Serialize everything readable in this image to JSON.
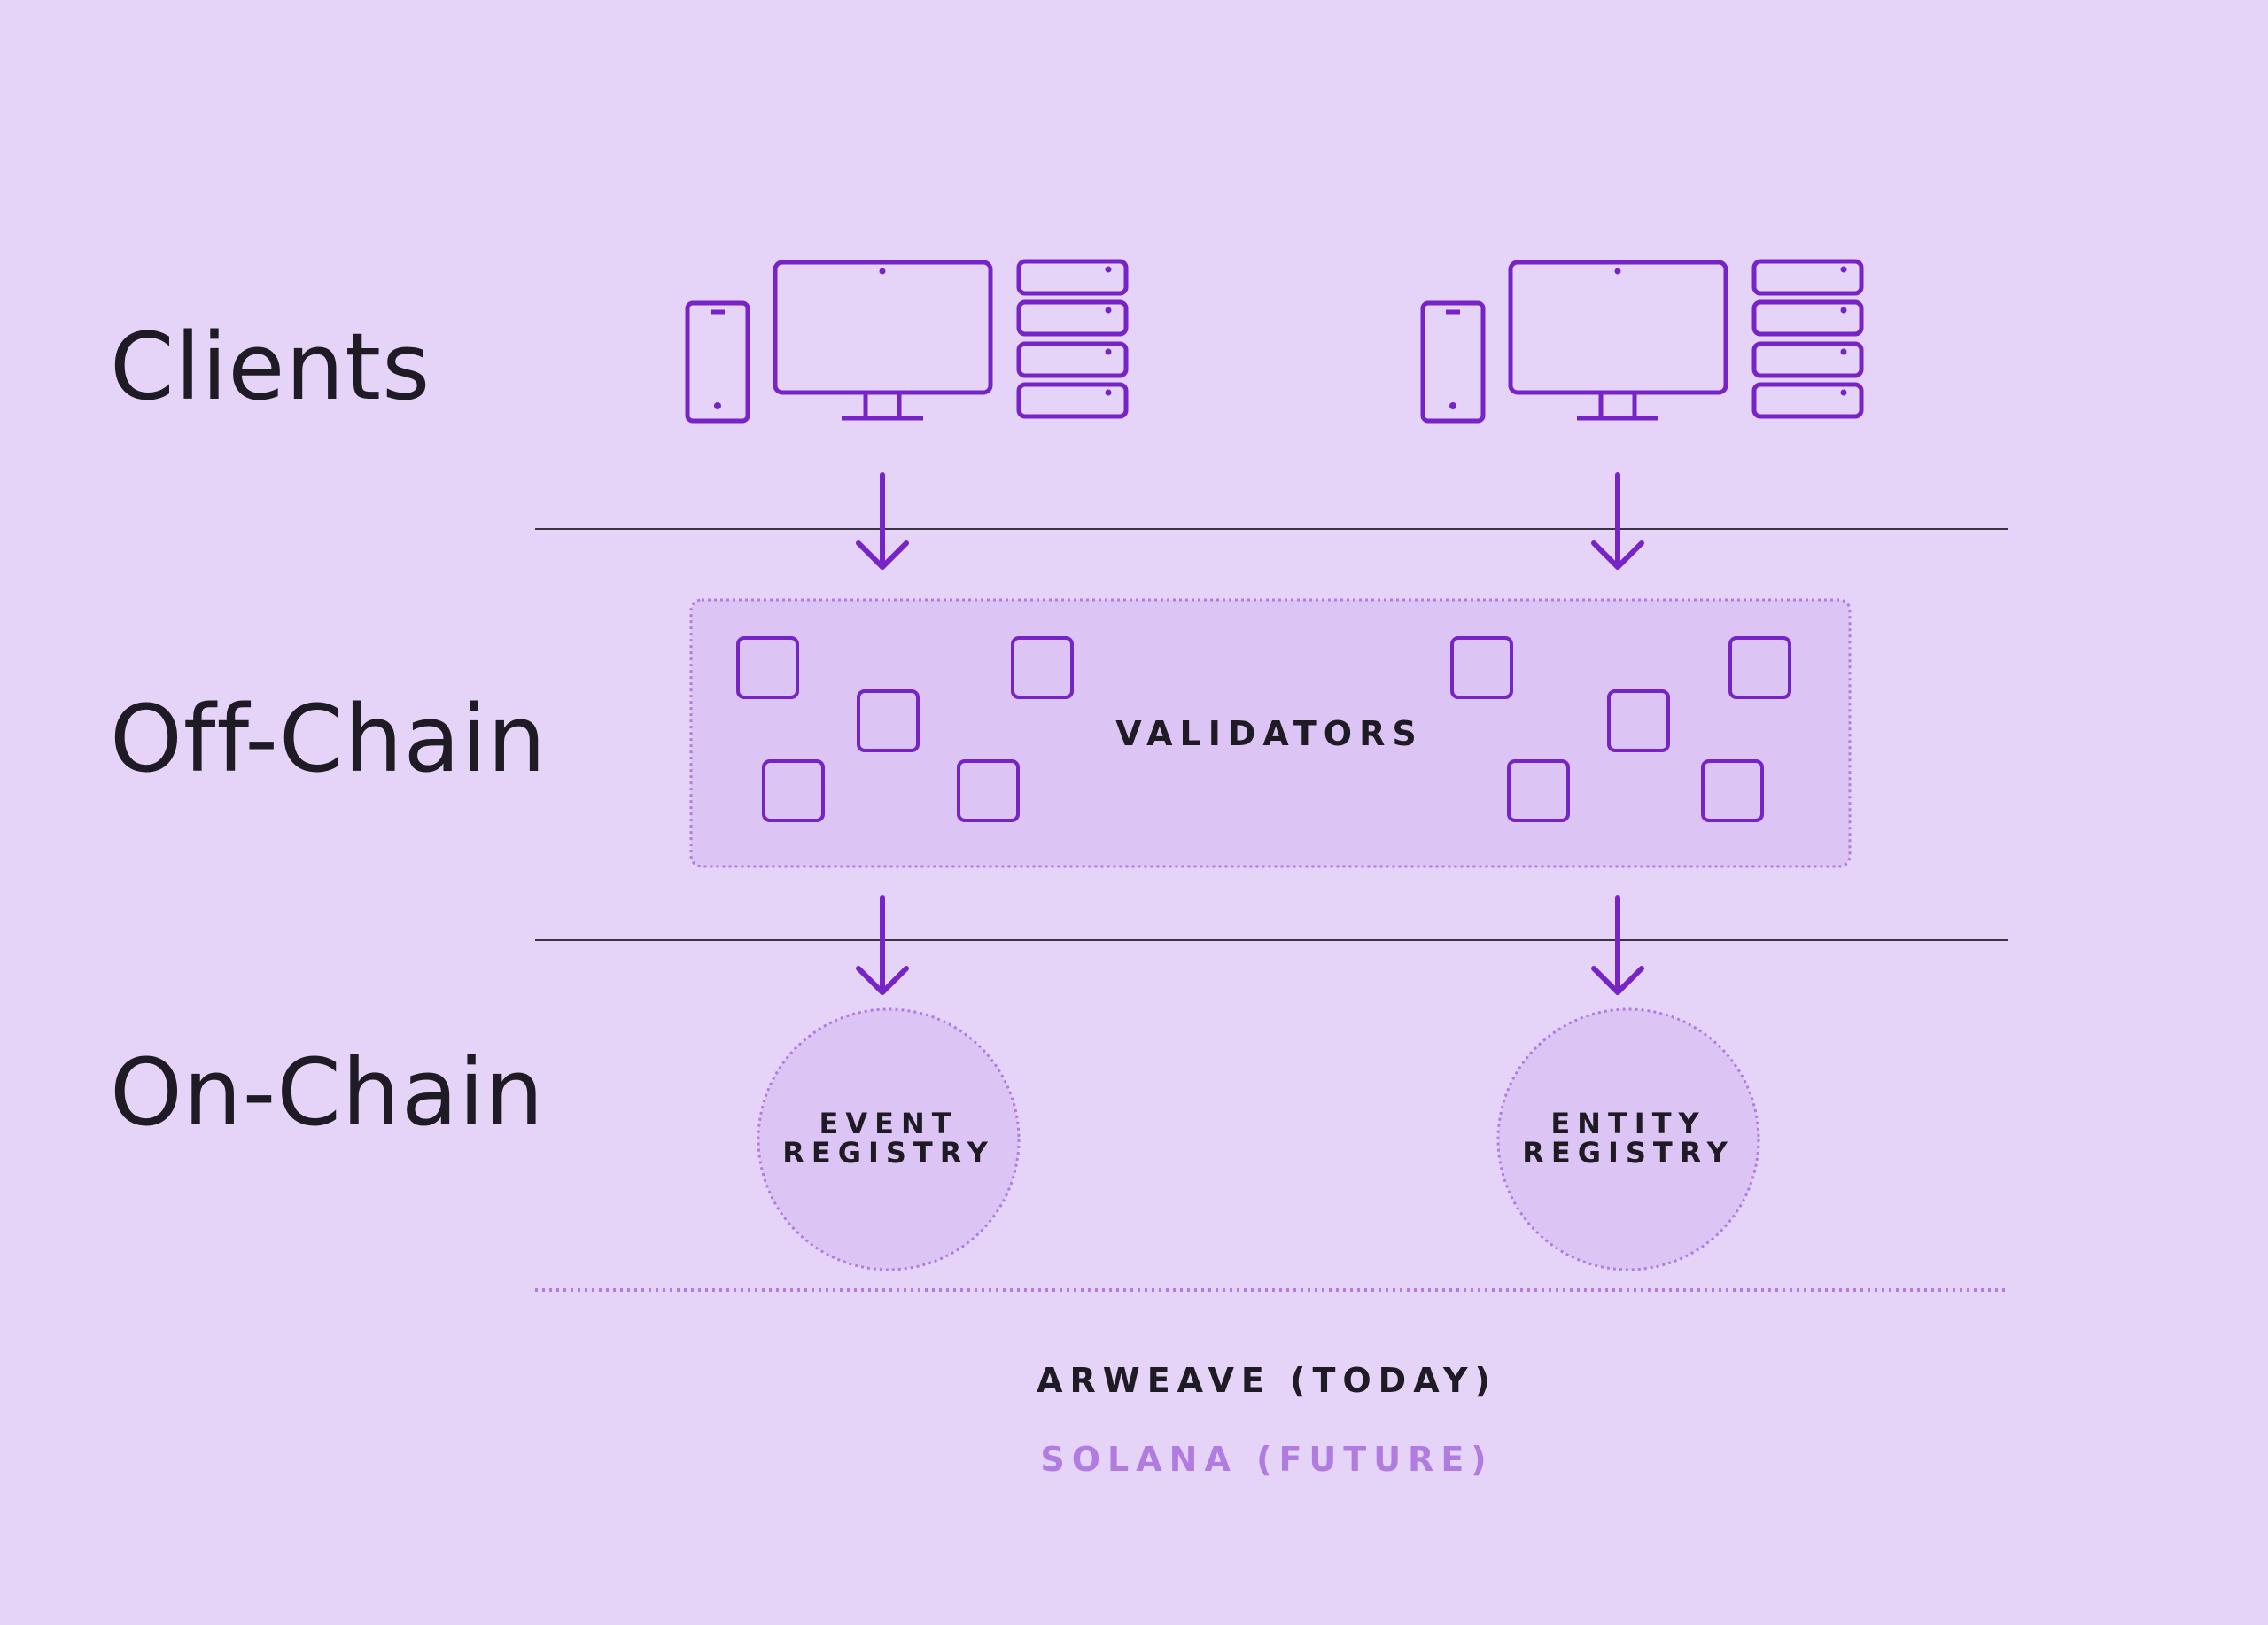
{
  "tiers": {
    "clients": "Clients",
    "off_chain": "Off-Chain",
    "on_chain": "On-Chain"
  },
  "validators": {
    "label": "VALIDATORS"
  },
  "registries": {
    "event": {
      "line1": "EVENT",
      "line2": "REGISTRY"
    },
    "entity": {
      "line1": "ENTITY",
      "line2": "REGISTRY"
    }
  },
  "storage": {
    "today": "ARWEAVE (TODAY)",
    "future": "SOLANA (FUTURE)"
  },
  "icons": [
    "phone-icon",
    "monitor-icon",
    "server-rack-icon",
    "arrow-down-icon",
    "validator-node-icon"
  ],
  "colors": {
    "background": "#e5d4f8",
    "accent": "#7623c7",
    "panel": "#dcc5f4",
    "text_dark": "#1f1b24",
    "text_future": "#b07ce0"
  }
}
